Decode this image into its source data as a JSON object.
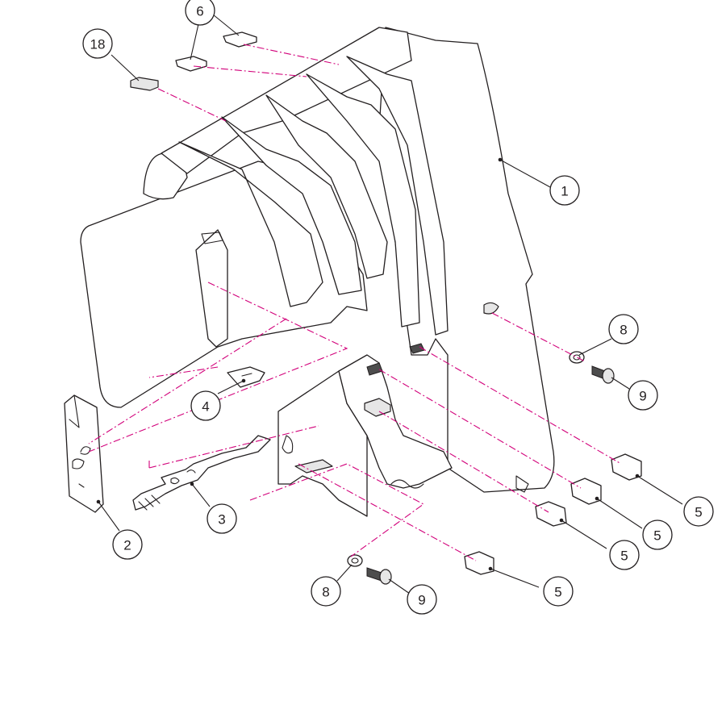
{
  "callouts": [
    {
      "id": "callout-1",
      "label": "1"
    },
    {
      "id": "callout-2",
      "label": "2"
    },
    {
      "id": "callout-3",
      "label": "3"
    },
    {
      "id": "callout-4",
      "label": "4"
    },
    {
      "id": "callout-5a",
      "label": "5"
    },
    {
      "id": "callout-5b",
      "label": "5"
    },
    {
      "id": "callout-5c",
      "label": "5"
    },
    {
      "id": "callout-5d",
      "label": "5"
    },
    {
      "id": "callout-6",
      "label": "6"
    },
    {
      "id": "callout-8a",
      "label": "8"
    },
    {
      "id": "callout-8b",
      "label": "8"
    },
    {
      "id": "callout-9a",
      "label": "9"
    },
    {
      "id": "callout-9b",
      "label": "9"
    },
    {
      "id": "callout-18",
      "label": "18"
    }
  ],
  "colors": {
    "line": "#231f20",
    "centerline": "#d2007a",
    "background": "#ffffff"
  }
}
